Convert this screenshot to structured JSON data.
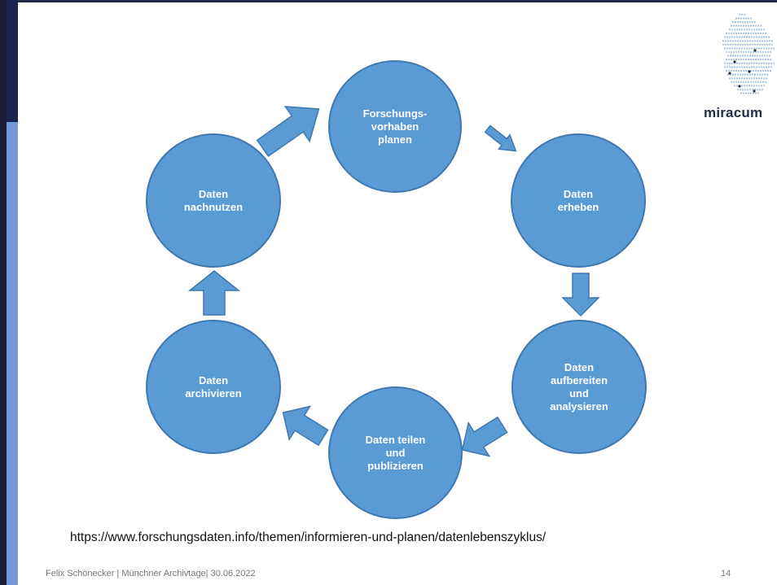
{
  "logo": {
    "name": "miracum-logo",
    "text": "miracum"
  },
  "nodes": [
    {
      "id": "plan",
      "label": "Forschungs-\nvorhaben\nplanen"
    },
    {
      "id": "collect",
      "label": "Daten\nerheben"
    },
    {
      "id": "process",
      "label": "Daten\naufbereiten\nund\nanalysieren"
    },
    {
      "id": "share",
      "label": "Daten teilen\nund\npublizieren"
    },
    {
      "id": "archive",
      "label": "Daten\narchivieren"
    },
    {
      "id": "reuse",
      "label": "Daten\nnachnutzen"
    }
  ],
  "colors": {
    "node_fill": "#5b9bd5",
    "node_stroke": "#3f78b0",
    "arrow_fill": "#5b9bd5",
    "accent_bar": "#6f9ad3",
    "dark_bar": "#1b2450"
  },
  "source_url": "https://www.forschungsdaten.info/themen/informieren-und-planen/datenlebenszyklus/",
  "footer": {
    "author_event_date": "Felix Schönecker | Münchner Archivtage| 30.06.2022",
    "page_number": "14"
  }
}
